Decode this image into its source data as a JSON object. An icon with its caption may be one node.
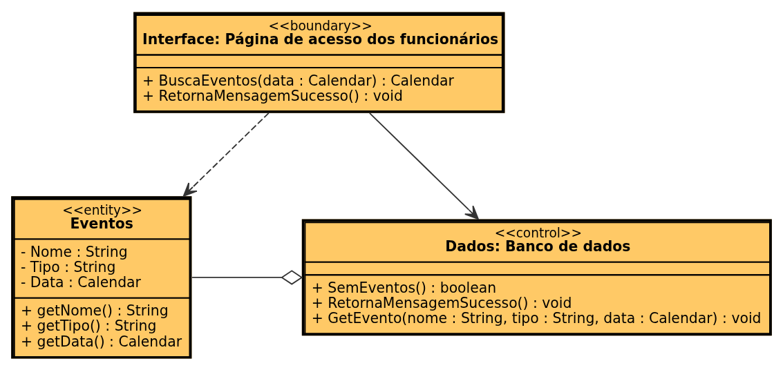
{
  "diagram": {
    "nodes": [
      {
        "text": [
          "<<boundary>>",
          "Interface: Página de acesso dos funcionários",
          "+ BuscaEventos(data : Calendar) : Calendar",
          "+ RetornaMensagemSucesso() : void"
        ]
      },
      {
        "text": [
          "<<control>>",
          "Dados: Banco de dados",
          "+ SemEventos() : boolean",
          "+ RetornaMensagemSucesso() : void",
          "+ GetEvento(nome : String, tipo : String, data : Calendar) : void"
        ]
      },
      {
        "text": [
          "<<entity>>",
          "Eventos",
          "- Nome : String",
          "- Tipo : String",
          "- Data : Calendar",
          "+ getNome() : String",
          "+ getTipo() : String",
          "+ getData() : Calendar"
        ]
      }
    ],
    "edges": [
      {
        "from": 0,
        "to": 1,
        "arrow": "to"
      },
      {
        "from": 0,
        "to": 2,
        "arrow": "to",
        "style": "dashed"
      },
      {
        "from": 2,
        "to": 1,
        "arrow": "other"
      }
    ]
  }
}
